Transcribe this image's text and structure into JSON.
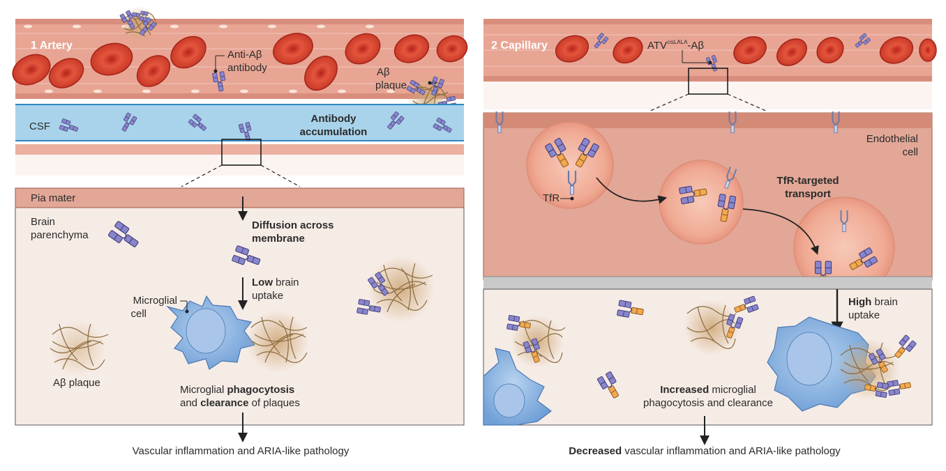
{
  "left": {
    "panel_title": "1 Artery",
    "antibody_label": [
      "Anti-Aβ",
      "antibody"
    ],
    "plaque_label": [
      "Aβ",
      "plaque"
    ],
    "csf_label": "CSF",
    "accumulation_label": [
      "Antibody",
      "accumulation"
    ],
    "pia_label": "Pia mater",
    "parenchyma_label": [
      "Brain",
      "parenchyma"
    ],
    "diffusion_label": [
      "Diffusion across",
      "membrane"
    ],
    "uptake_bold": "Low",
    "uptake_rest": " brain",
    "uptake_line2": "uptake",
    "microglial_label": [
      "Microglial",
      "cell"
    ],
    "brain_plaque_label": "Aβ plaque",
    "phago_pre": "Microglial ",
    "phago_bold": "phagocytosis",
    "phago_and": "and ",
    "phago_bold2": "clearance",
    "phago_post": " of plaques",
    "outcome": "Vascular inflammation and ARIA-like pathology"
  },
  "right": {
    "panel_title": "2 Capillary",
    "atv_main": "ATV",
    "atv_sup": "cisLALA",
    "atv_tail": "-Aβ",
    "endothelial_label": [
      "Endothelial",
      "cell"
    ],
    "tfr_label": "TfR",
    "transport_label": [
      "TfR-targeted",
      "transport"
    ],
    "uptake_bold": "High",
    "uptake_rest": " brain",
    "uptake_line2": "uptake",
    "increased_bold": "Increased",
    "increased_rest": " microglial",
    "increased_line2": "phagocytosis and clearance",
    "outcome_bold": "Decreased",
    "outcome_rest": " vascular inflammation and ARIA-like pathology"
  },
  "colors": {
    "vessel": "#e8a594",
    "rbc": "#d9452f",
    "csf": "#a9d3ea",
    "brain_bg": "#f6ece6",
    "antibody_purple": "#8a86cc",
    "antibody_orange": "#f4a94f",
    "microglia": "#8cb6e4",
    "plaque": "#b08a58",
    "endothelium": "#e2a796",
    "vesicle": "#f0b6a4"
  }
}
